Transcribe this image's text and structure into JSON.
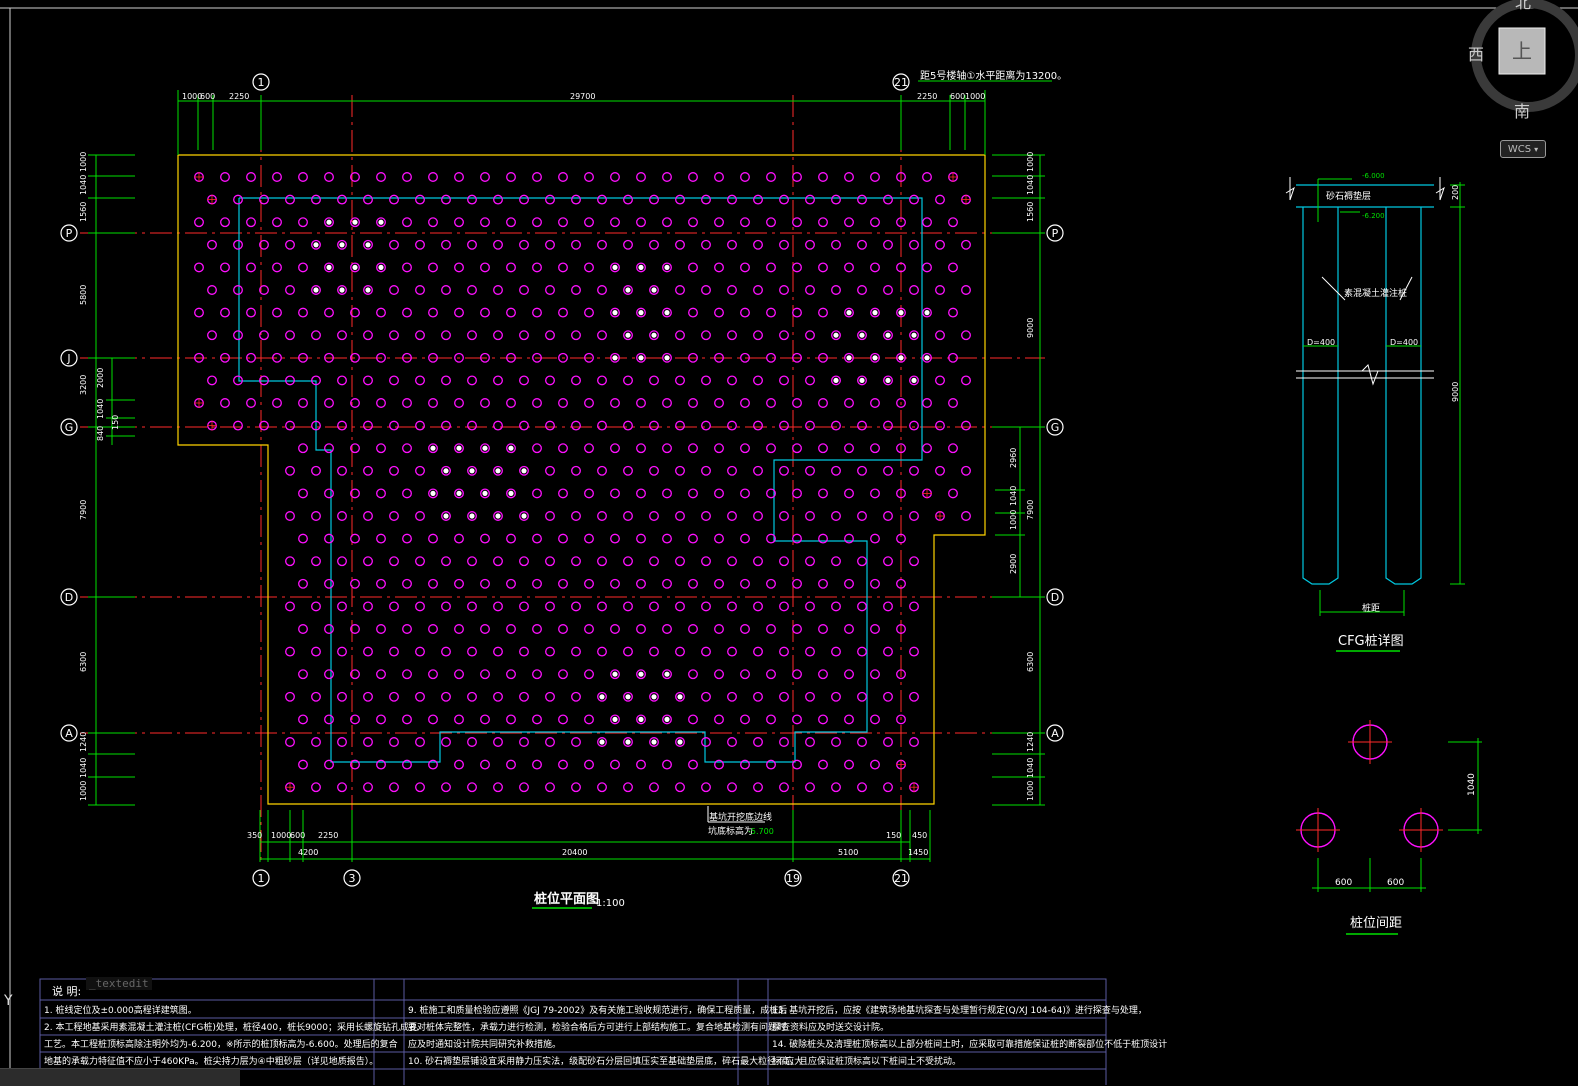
{
  "colors": {
    "bg": "#000000",
    "axis": "#ff2a2a",
    "dim": "#00e000",
    "pile": "#ff10ff",
    "outline": "#ffd400",
    "line": "#00c8e0",
    "note": "#ffffff"
  },
  "compass": {
    "north": "北",
    "west": "西",
    "south": "南",
    "face": "上",
    "wcs": "WCS"
  },
  "plan": {
    "title": "桩位平面图",
    "scale": "1:100",
    "top_dims": [
      "1000",
      "600",
      "2250",
      "29700",
      "2250",
      "600",
      "1000"
    ],
    "bottom_dims_1": [
      "350",
      "1000",
      "600",
      "2250",
      "150",
      "450"
    ],
    "bottom_dims_2": [
      "4200",
      "20400",
      "5100",
      "1450"
    ],
    "axes_top": [
      "1",
      "21"
    ],
    "axes_bottom": [
      "1",
      "3",
      "19",
      "21"
    ],
    "axes_left": [
      "P",
      "J",
      "G",
      "D",
      "A"
    ],
    "axes_right": [
      "P",
      "G",
      "D",
      "A"
    ],
    "left_dims": [
      "1000",
      "1040",
      "1560",
      "5800",
      "1040",
      "3200",
      "2000",
      "840",
      "150",
      "7900",
      "6300",
      "1240",
      "1040",
      "1000"
    ],
    "right_dims": [
      "1000",
      "1040",
      "1560",
      "9000",
      "2960",
      "1040",
      "1000",
      "7900",
      "2900",
      "6300",
      "1240",
      "1040",
      "1000"
    ],
    "top_note": "距5号楼轴①水平距离为13200。",
    "pit_label": "基坑开挖底边线",
    "pit_elev": "坑底标高为",
    "pit_elev_value": "-5.700"
  },
  "detail": {
    "title": "CFG桩详图",
    "cushion": "砂石褥垫层",
    "elev1": "-6.000",
    "elev2": "-6.200",
    "pile_label": "素混凝土灌注桩",
    "d1": "D=400",
    "d2": "D=400",
    "dim_200": "200",
    "dim_9000": "9000",
    "spacing_label": "桩距"
  },
  "spacing": {
    "title": "桩位间距",
    "dim_v": "1040",
    "dim_h1": "600",
    "dim_h2": "600"
  },
  "notes": {
    "heading": "说  明:",
    "col1": [
      "1.  桩线定位及±0.000高程详建筑图。",
      "2.  本工程地基采用素混凝土灌注桩(CFG桩)处理，桩径400，桩长9000；采用长螺旋钻孔成孔",
      "     工艺。本工程桩顶标高除注明外均为-6.200，※所示的桩顶标高为-6.600。处理后的复合",
      "     地基的承载力特征值不应小于460KPa。桩尖持力层为④中粗砂层（详见地质报告）。"
    ],
    "col2": [
      "9.  桩施工和质量检验应遵照《JGJ 79-2002》及有关施工验收规范进行，确保工程质量，成桩后",
      "     要对桩体完整性，承载力进行检测，检验合格后方可进行上部结构施工。复合地基检测有问题时",
      "     应及时通知设计院共同研究补救措施。",
      "10. 砂石褥垫层铺设宜采用静力压实法，级配砂石分层回填压实至基础垫层底，碎石最大粒径不应大"
    ],
    "col3": [
      "13. 基坑开挖后，应按《建筑场地基坑探查与处理暂行规定(Q/XJ 104-64)》进行探查与处理，",
      "     探查资料应及时送交设计院。",
      "14. 破除桩头及清理桩顶标高以上部分桩间土时，应采取可靠措施保证桩的断裂部位不低于桩顶设计",
      "     标高，且应保证桩顶标高以下桩间土不受扰动。"
    ]
  },
  "ui": {
    "y_axis": "Y",
    "textedit": "_textedit"
  }
}
